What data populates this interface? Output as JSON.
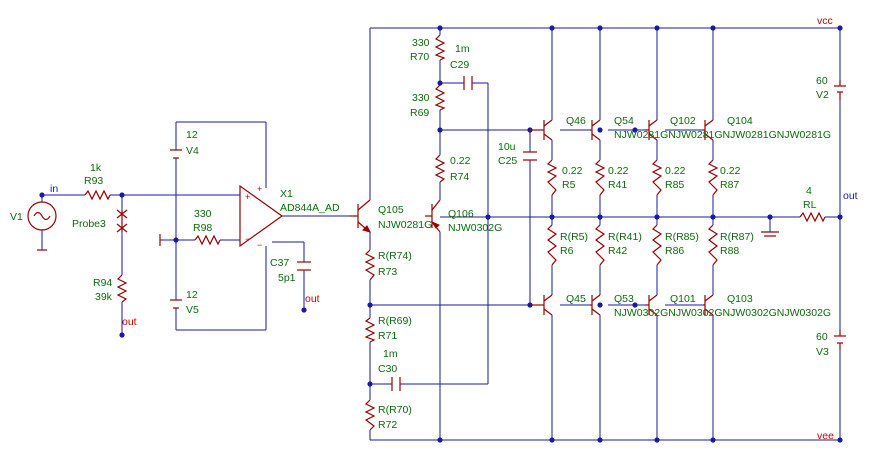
{
  "nets": {
    "vcc": "vcc",
    "vee": "vee",
    "in": "in",
    "out": "out"
  },
  "sources": {
    "V1": {
      "ref": "V1"
    },
    "V2": {
      "ref": "V2",
      "value": "60"
    },
    "V3": {
      "ref": "V3",
      "value": "60"
    },
    "V4": {
      "ref": "V4",
      "value": "12"
    },
    "V5": {
      "ref": "V5",
      "value": "12"
    }
  },
  "opamp": {
    "ref": "X1",
    "part": "AD844A_AD"
  },
  "probe": {
    "ref": "Probe3"
  },
  "resistors": {
    "R93": {
      "ref": "R93",
      "value": "1k"
    },
    "R94": {
      "ref": "R94",
      "value": "39k"
    },
    "R98": {
      "ref": "R98",
      "value": "330"
    },
    "R70": {
      "ref": "R70",
      "value": "330"
    },
    "R69": {
      "ref": "R69",
      "value": "330"
    },
    "R74": {
      "ref": "R74",
      "value": "0.22"
    },
    "R73": {
      "ref": "R73",
      "value": "R(R74)"
    },
    "R71": {
      "ref": "R71",
      "value": "R(R69)"
    },
    "R72": {
      "ref": "R72",
      "value": "R(R70)"
    },
    "R5": {
      "ref": "R5",
      "value": "0.22"
    },
    "R41": {
      "ref": "R41",
      "value": "0.22"
    },
    "R85": {
      "ref": "R85",
      "value": "0.22"
    },
    "R87": {
      "ref": "R87",
      "value": "0.22"
    },
    "R6": {
      "ref": "R6",
      "value": "R(R5)"
    },
    "R42": {
      "ref": "R42",
      "value": "R(R41)"
    },
    "R86": {
      "ref": "R86",
      "value": "R(R85)"
    },
    "R88": {
      "ref": "R88",
      "value": "R(R87)"
    },
    "RL": {
      "ref": "RL",
      "value": "4"
    }
  },
  "capacitors": {
    "C29": {
      "ref": "C29",
      "value": "1m"
    },
    "C30": {
      "ref": "C30",
      "value": "1m"
    },
    "C25": {
      "ref": "C25",
      "value": "10u"
    },
    "C37": {
      "ref": "C37",
      "value": "5p1"
    }
  },
  "transistors": {
    "Q105": {
      "ref": "Q105",
      "part": "NJW0281G"
    },
    "Q106": {
      "ref": "Q106",
      "part": "NJW0302G"
    },
    "Q46": {
      "ref": "Q46"
    },
    "Q54": {
      "ref": "Q54"
    },
    "Q102": {
      "ref": "Q102"
    },
    "Q104": {
      "ref": "Q104"
    },
    "Q45": {
      "ref": "Q45"
    },
    "Q53": {
      "ref": "Q53"
    },
    "Q101": {
      "ref": "Q101"
    },
    "Q103": {
      "ref": "Q103"
    },
    "npn_parts": "NJW0281GNJW0281GNJW0281GNJW0281G",
    "pnp_parts": "NJW0302GNJW0302GNJW0302GNJW0302G"
  },
  "colors": {
    "wire": "#1a1aa0",
    "component": "#990000",
    "label": "#0b6b0b",
    "net_label": "#cc0000",
    "background": "#ffffff"
  }
}
